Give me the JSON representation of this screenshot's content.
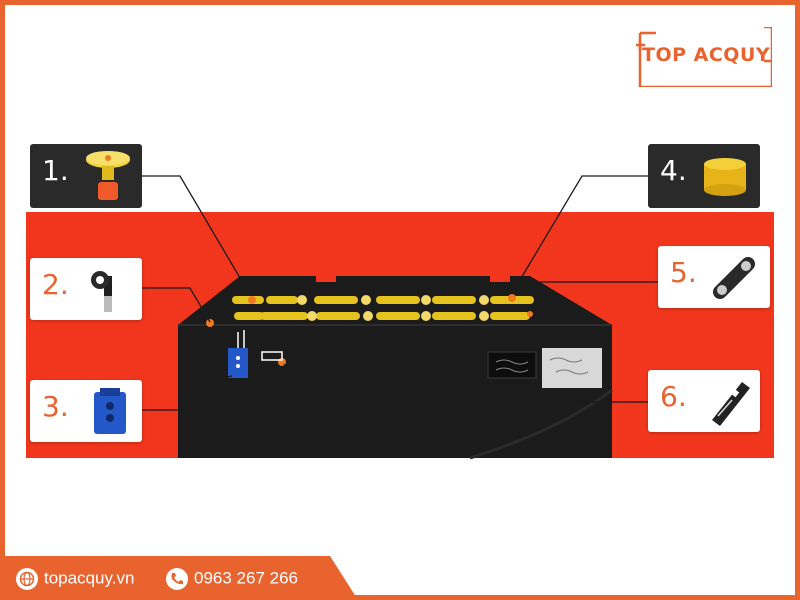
{
  "brand": {
    "name": "TOP ACQUY",
    "color": "#e8632e"
  },
  "callouts": [
    {
      "number": "1.",
      "icon": "float-valve-icon",
      "style": "dark"
    },
    {
      "number": "2.",
      "icon": "elbow-connector-icon",
      "style": "light"
    },
    {
      "number": "3.",
      "icon": "blue-plug-connector-icon",
      "style": "light"
    },
    {
      "number": "4.",
      "icon": "yellow-cap-icon",
      "style": "dark"
    },
    {
      "number": "5.",
      "icon": "cell-link-bar-icon",
      "style": "light"
    },
    {
      "number": "6.",
      "icon": "sensor-strip-icon",
      "style": "light"
    }
  ],
  "footer": {
    "website": "topacquy.vn",
    "phone": "0963 267 266",
    "website_icon": "globe-icon",
    "phone_icon": "phone-icon"
  },
  "colors": {
    "accent": "#e8632e",
    "red_band": "#f2361d",
    "battery": "#1b1b1b",
    "cell_cap": "#e6c21e"
  }
}
